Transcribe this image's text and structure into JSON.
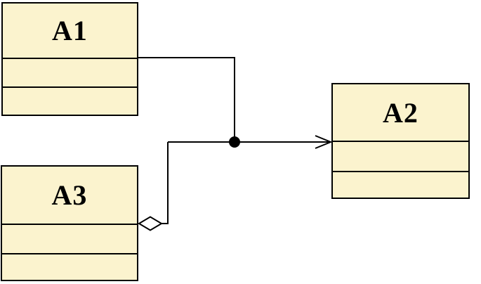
{
  "diagram": {
    "type": "uml-class-diagram",
    "colors": {
      "node_fill": "#FBF3CE",
      "stroke": "#000000",
      "background": "#FFFFFF"
    },
    "classes": [
      {
        "id": "A1",
        "label": "A1",
        "compartments": 3,
        "attributes": "",
        "operations": ""
      },
      {
        "id": "A2",
        "label": "A2",
        "compartments": 3,
        "attributes": "",
        "operations": ""
      },
      {
        "id": "A3",
        "label": "A3",
        "compartments": 3,
        "attributes": "",
        "operations": ""
      }
    ],
    "edges": [
      {
        "from": "A1",
        "to": "junction-ball",
        "style": "plain-line"
      },
      {
        "from": "A3",
        "to": "junction-ball",
        "style": "aggregation",
        "marker": "open-diamond-at-A3"
      },
      {
        "from": "junction-ball",
        "to": "A2",
        "style": "directed",
        "marker": "open-arrow-at-A2"
      }
    ],
    "junction": {
      "shape": "filled-circle"
    }
  }
}
